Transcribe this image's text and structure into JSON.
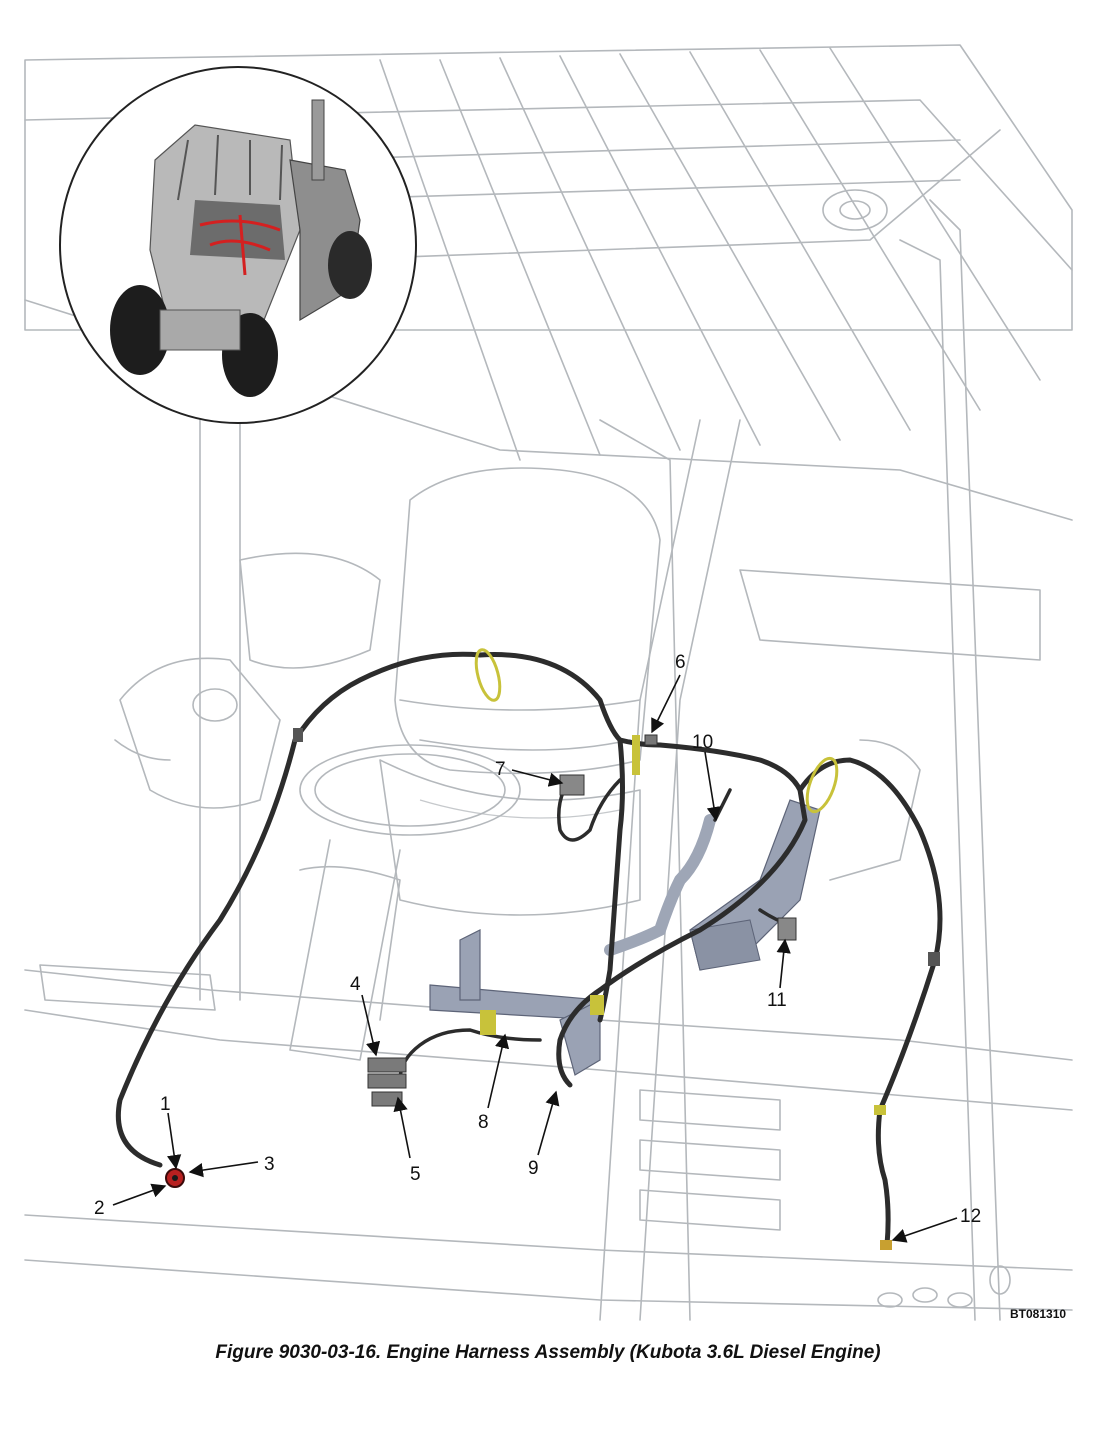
{
  "figure": {
    "caption": "Figure 9030-03-16. Engine Harness Assembly (Kubota 3.6L Diesel Engine)",
    "ref_code": "BT081310",
    "callouts": [
      "1",
      "2",
      "3",
      "4",
      "5",
      "6",
      "7",
      "8",
      "9",
      "10",
      "11",
      "12"
    ]
  },
  "colors": {
    "line_art": "#b4b8bc",
    "harness": "#2c2c2c",
    "clip": "#c8c23a",
    "bracket": "#8e96a8",
    "highlight": "#d42020"
  },
  "icons": [
    "inset-truck-overview",
    "harness-clip",
    "connector"
  ]
}
